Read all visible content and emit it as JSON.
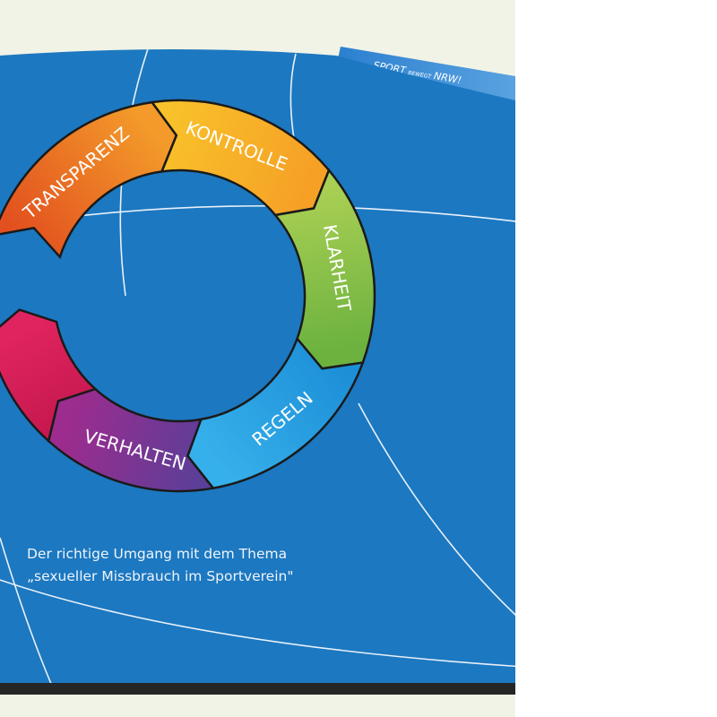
{
  "brand": {
    "sport": "SPORT",
    "bewegt": "BEWEGT",
    "nrw": "NRW!"
  },
  "ring": {
    "segments": [
      {
        "label": "TRANSPARENZ",
        "color_start": "#e2501f",
        "color_end": "#f39a2a"
      },
      {
        "label": "KONTROLLE",
        "color_start": "#f8c22a",
        "color_end": "#f6a126"
      },
      {
        "label": "KLARHEIT",
        "color_start": "#a9cf54",
        "color_end": "#6db23f"
      },
      {
        "label": "REGELN",
        "color_start": "#1d8fd8",
        "color_end": "#36b0ea"
      },
      {
        "label": "VERHALTEN",
        "color_start": "#5b3f98",
        "color_end": "#9c2c8e"
      },
      {
        "label": "",
        "color_start": "#c7194f",
        "color_end": "#e0245f"
      }
    ]
  },
  "subtitle": {
    "line1": "Der richtige Umgang mit dem Thema",
    "line2": "„sexueller Missbrauch im Sportverein\""
  },
  "colors": {
    "panel": "#1c78c0",
    "cream": "#f1f3e6",
    "band": "#262626"
  }
}
